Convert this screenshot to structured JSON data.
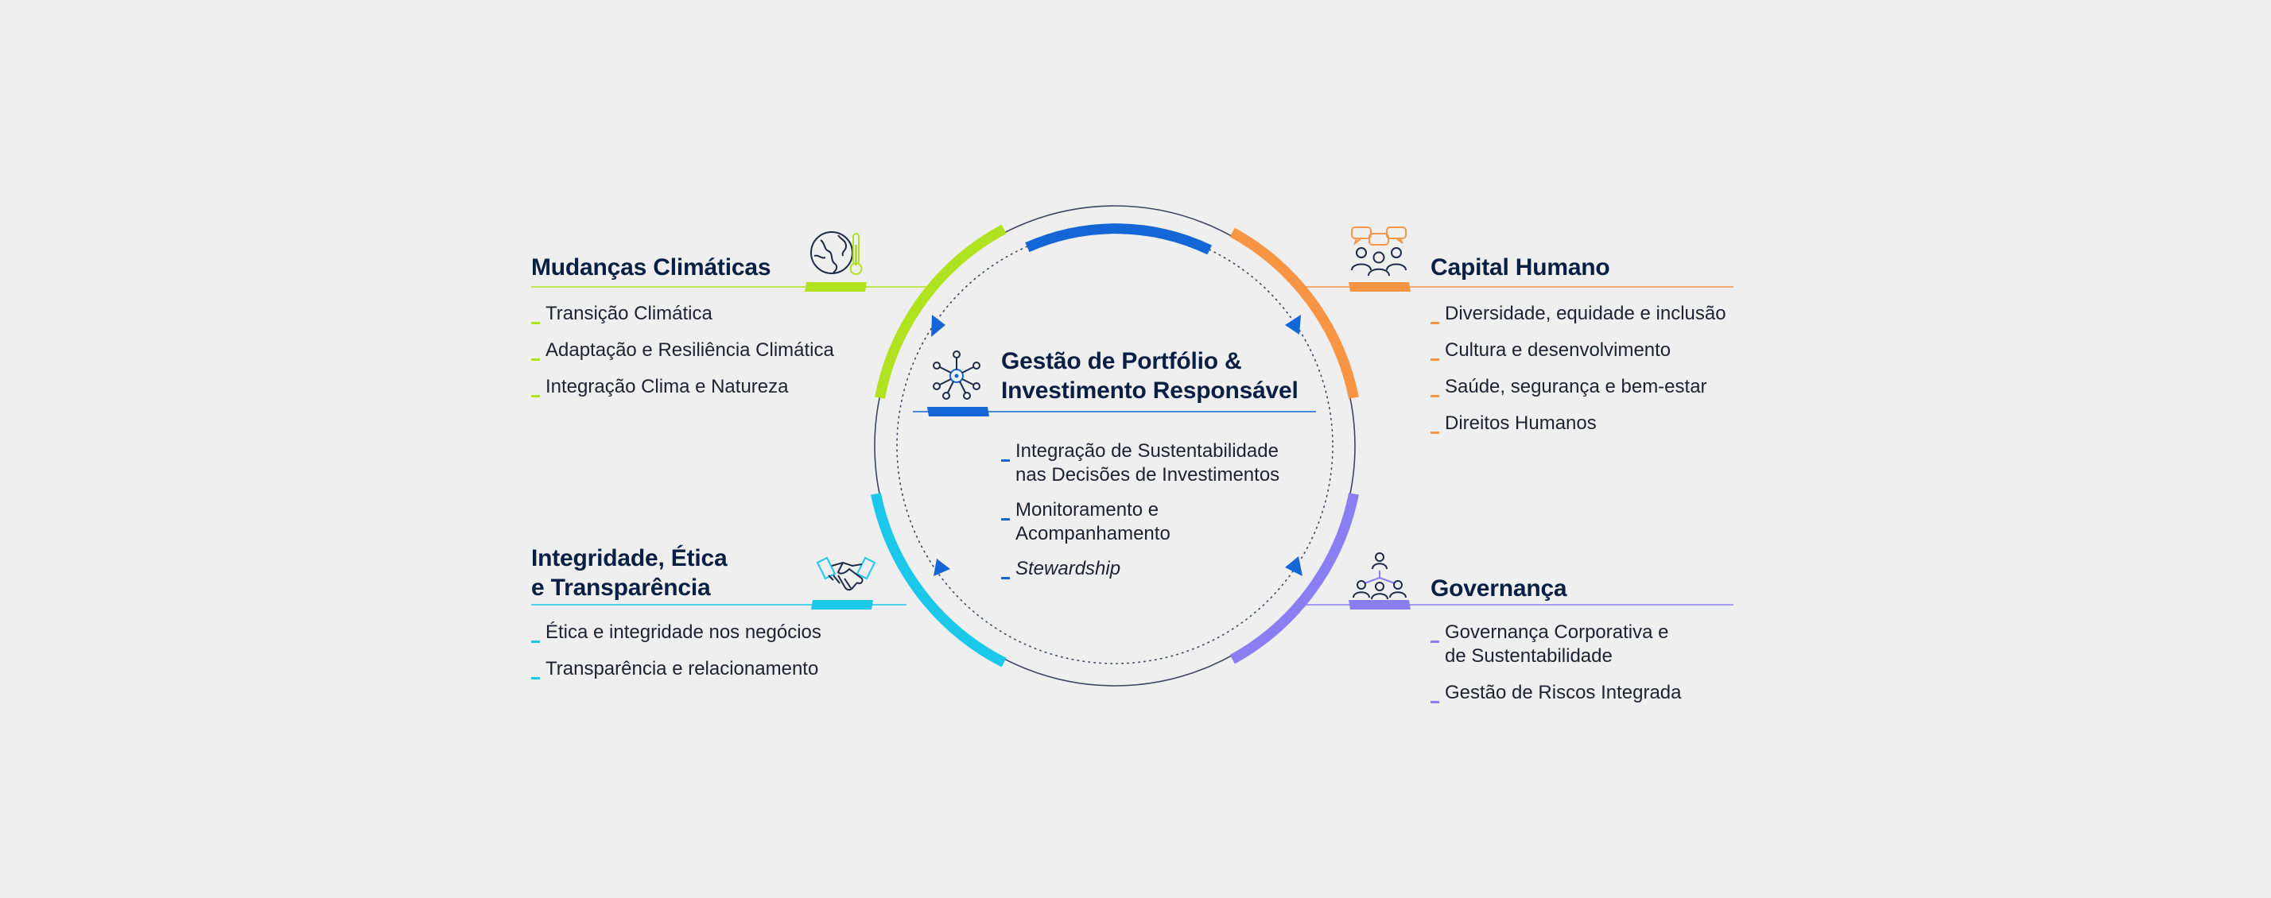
{
  "center": {
    "title_line1": "Gestão de Portfólio &",
    "title_line2": "Investimento Responsável",
    "items": [
      {
        "line1": "Integração de Sustentabilidade",
        "line2": "nas Decisões de Investimentos"
      },
      {
        "line1": "Monitoramento e",
        "line2": "Acompanhamento"
      },
      {
        "line1": "Stewardship",
        "line2": ""
      }
    ],
    "icon": "network-hub-icon",
    "color": "#1466d6"
  },
  "climate": {
    "title": "Mudanças Climáticas",
    "items": [
      "Transição Climática",
      "Adaptação e Resiliência Climática",
      "Integração Clima e Natureza"
    ],
    "icon": "globe-thermometer-icon",
    "color": "#b1e21f"
  },
  "human": {
    "title": "Capital Humano",
    "items": [
      "Diversidade, equidade e inclusão",
      "Cultura e desenvolvimento",
      "Saúde, segurança e bem-estar",
      "Direitos Humanos"
    ],
    "icon": "people-chat-icon",
    "color": "#f79545"
  },
  "integrity": {
    "title_line1": "Integridade, Ética",
    "title_line2": "e Transparência",
    "items": [
      "Ética e integridade nos negócios",
      "Transparência e relacionamento"
    ],
    "icon": "handshake-icon",
    "color": "#1cc8ea"
  },
  "governance": {
    "title": "Governança",
    "items": [
      {
        "line1": "Governança Corporativa e",
        "line2": "de Sustentabilidade"
      },
      {
        "line1": "Gestão de Riscos Integrada",
        "line2": ""
      }
    ],
    "icon": "org-structure-icon",
    "color": "#8b7ef2"
  },
  "colors": {
    "background": "#efefef",
    "navy": "#0a1f44",
    "outer_ring": "#3c4660"
  }
}
